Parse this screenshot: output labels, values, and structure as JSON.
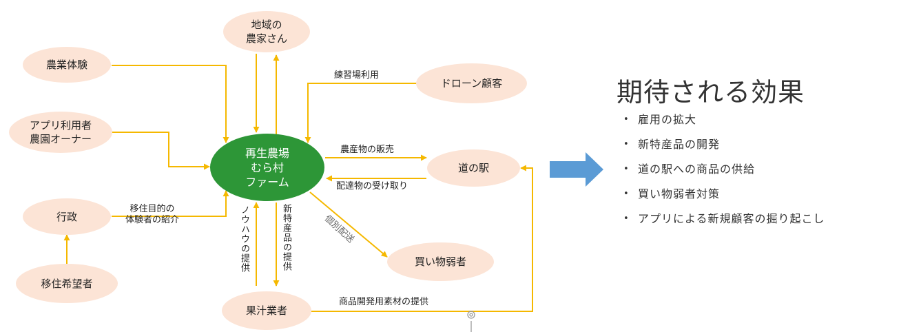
{
  "diagram": {
    "nodes": {
      "local_farmers": "地域の\n農家さん",
      "agri_experience": "農業体験",
      "app_users": "アプリ利用者\n農園オーナー",
      "government": "行政",
      "migration_hopefuls": "移住希望者",
      "center_farm": "再生農場\nむら村\nファーム",
      "drone_customers": "ドローン顧客",
      "michi_no_eki": "道の駅",
      "shopping_disadvantaged": "買い物弱者",
      "juice_maker": "果汁業者"
    },
    "edge_labels": {
      "practice_field": "練習場利用",
      "produce_sales": "農産物の販売",
      "delivery_receipt": "配達物の受け取り",
      "migration_intro": "移住目的の\n体験者の紹介",
      "knowhow": "ノウハウの提供",
      "new_products": "新特産品の提供",
      "individual_delivery": "個別配送",
      "material_supply": "商品開発用素材の提供"
    },
    "colors": {
      "node_fill": "#fce4d6",
      "center_fill": "#2d9637",
      "line": "#f5b800",
      "arrow_right": "#5b9bd5"
    }
  },
  "effects": {
    "title": "期待される効果",
    "items": [
      "雇用の拡大",
      "新特産品の開発",
      "道の駅への商品の供給",
      "買い物弱者対策",
      "アプリによる新規顧客の掘り起こし"
    ]
  }
}
